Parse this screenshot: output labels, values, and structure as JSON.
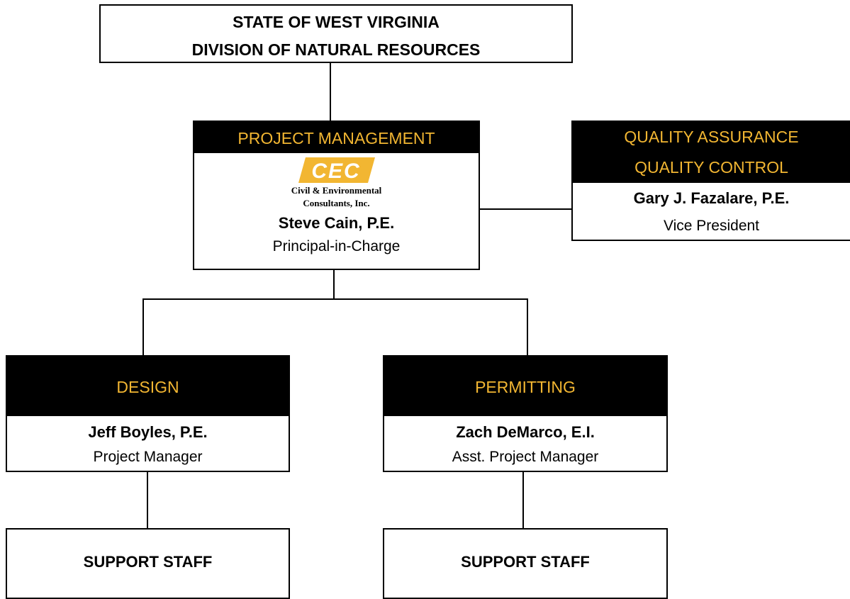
{
  "top": {
    "line1": "STATE OF WEST VIRGINIA",
    "line2": "DIVISION OF NATURAL RESOURCES"
  },
  "project_management": {
    "header": "PROJECT MANAGEMENT",
    "logo_text": "CEC",
    "company_line1": "Civil & Environmental",
    "company_line2": "Consultants, Inc.",
    "name": "Steve Cain, P.E.",
    "role": "Principal-in-Charge"
  },
  "qa": {
    "header_line1": "QUALITY ASSURANCE",
    "header_line2": "QUALITY CONTROL",
    "name": "Gary J. Fazalare, P.E.",
    "role": "Vice President"
  },
  "design": {
    "header": "DESIGN",
    "name": "Jeff Boyles, P.E.",
    "role": "Project Manager"
  },
  "permitting": {
    "header": "PERMITTING",
    "name": "Zach DeMarco, E.I.",
    "role": "Asst. Project Manager"
  },
  "support_left": {
    "label": "SUPPORT STAFF"
  },
  "support_right": {
    "label": "SUPPORT STAFF"
  },
  "colors": {
    "header_bg": "#000000",
    "header_text": "#f2b632",
    "logo": "#f2b632"
  }
}
